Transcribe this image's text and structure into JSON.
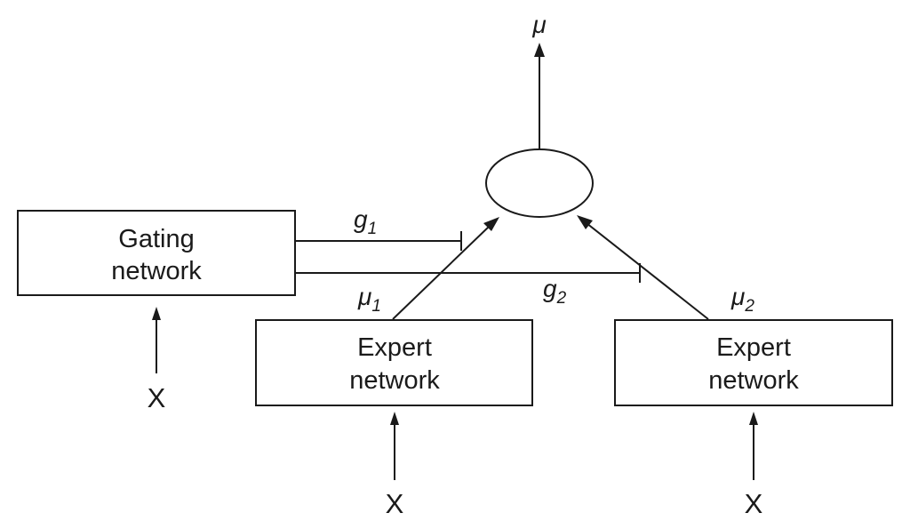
{
  "nodes": {
    "gating": {
      "line1": "Gating",
      "line2": "network"
    },
    "expert1": {
      "line1": "Expert",
      "line2": "network"
    },
    "expert2": {
      "line1": "Expert",
      "line2": "network"
    },
    "combiner": {
      "label": ""
    }
  },
  "inputs": {
    "gating_input": "X",
    "expert1_input": "X",
    "expert2_input": "X"
  },
  "output": {
    "symbol": "μ"
  },
  "edge_labels": {
    "g1": {
      "base": "g",
      "sub": "1"
    },
    "g2": {
      "base": "g",
      "sub": "2"
    },
    "mu1": {
      "base": "μ",
      "sub": "1"
    },
    "mu2": {
      "base": "μ",
      "sub": "2"
    }
  },
  "colors": {
    "stroke": "#1a1a1a",
    "background": "#ffffff"
  }
}
